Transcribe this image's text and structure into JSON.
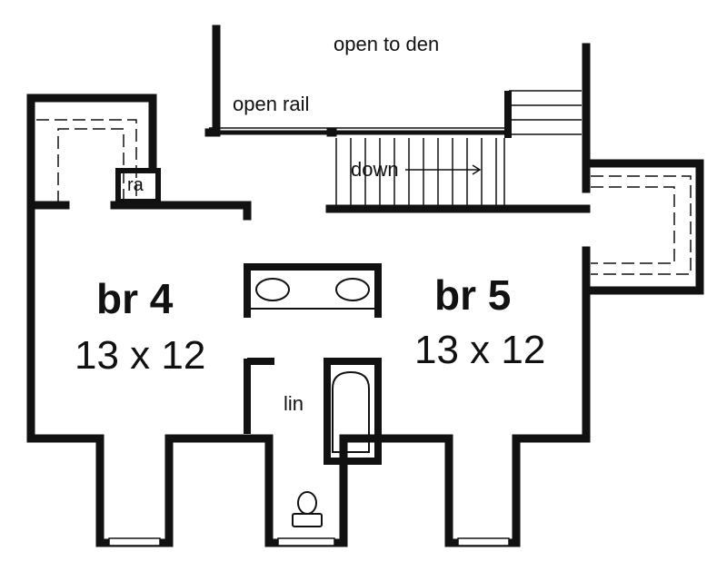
{
  "plan": {
    "labels": {
      "open_to_den": "open to den",
      "open_rail": "open rail",
      "down": "down",
      "ra": "ra",
      "lin": "lin"
    },
    "rooms": [
      {
        "name": "br 4",
        "size": "13 x 12"
      },
      {
        "name": "br 5",
        "size": "13 x 12"
      }
    ],
    "colors": {
      "wall": "#111111",
      "background": "#ffffff"
    }
  }
}
